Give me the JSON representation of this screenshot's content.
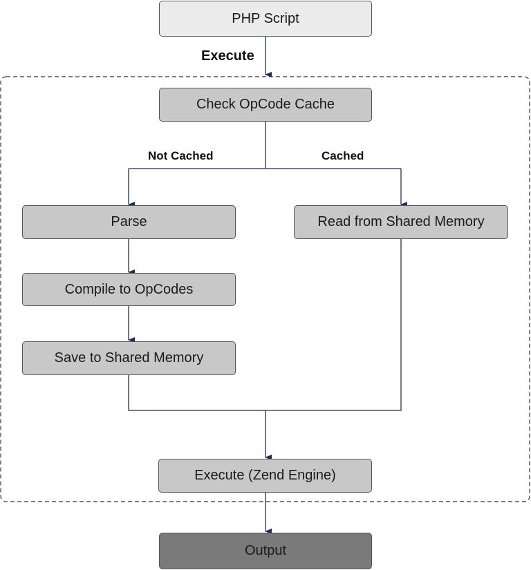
{
  "nodes": {
    "php_script": "PHP Script",
    "check_cache": "Check OpCode Cache",
    "parse": "Parse",
    "compile": "Compile to OpCodes",
    "save": "Save to Shared Memory",
    "read": "Read from Shared Memory",
    "execute_engine": "Execute (Zend Engine)",
    "output": "Output"
  },
  "edges": {
    "execute": "Execute",
    "not_cached": "Not Cached",
    "cached": "Cached"
  },
  "colors": {
    "arrow": "#1f2f4f",
    "box_border": "#555555",
    "light_fill": "#ebebeb",
    "mid_fill": "#c8c8c8",
    "dark_fill": "#7a7a7a"
  }
}
